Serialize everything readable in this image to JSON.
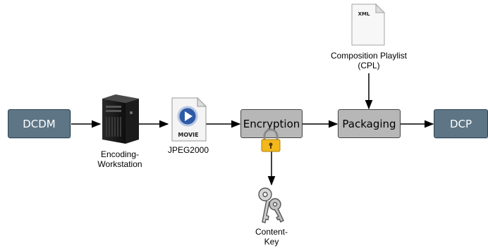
{
  "nodes": {
    "dcdm": "DCDM",
    "encryption": "Encryption",
    "packaging": "Packaging",
    "dcp": "DCP"
  },
  "labels": {
    "workstation_1": "Encoding-",
    "workstation_2": "Workstation",
    "jpeg2000": "JPEG2000",
    "cpl_1": "Composition Playlist",
    "cpl_2": "(CPL)",
    "key_1": "Content-",
    "key_2": "Key"
  },
  "icons": {
    "movie_text": "MOVIE",
    "xml_text": "XML",
    "workstation": "tower-pc-icon",
    "movie": "movie-file-icon",
    "xml": "xml-file-icon",
    "lock": "padlock-icon",
    "keys": "keys-icon"
  },
  "colors": {
    "dark_node": "#5e7586",
    "gray_node": "#b7b7b7",
    "lock": "#f2b81c"
  }
}
